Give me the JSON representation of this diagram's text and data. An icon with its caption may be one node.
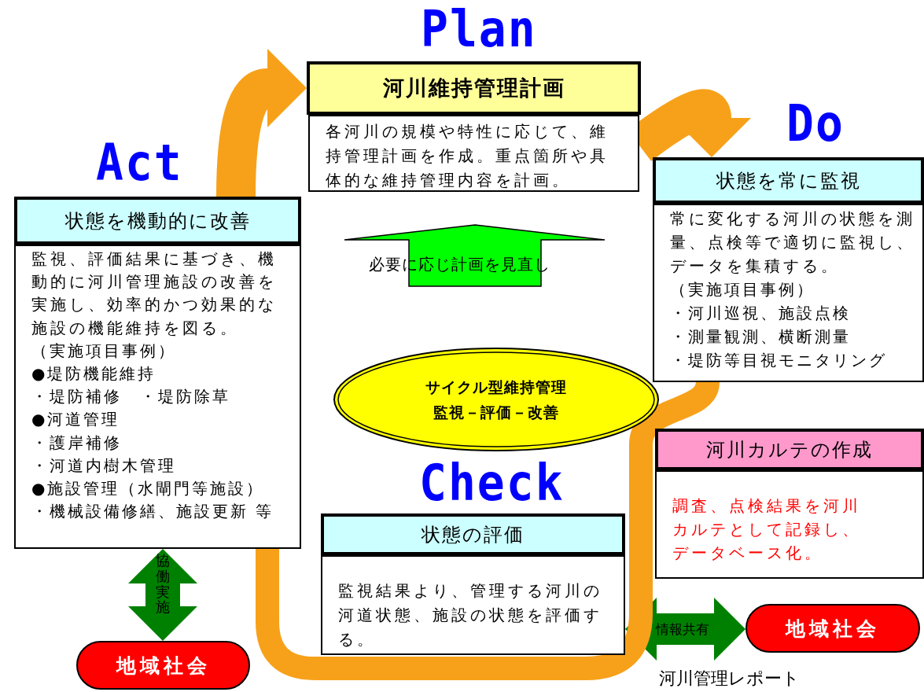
{
  "diagram": {
    "nodes": [
      {
        "text": [
          "河川維持管理計画"
        ],
        "beside": [
          "Plan"
        ]
      },
      {
        "text": [
          "各河川の規模や特性に応じて、維持管理計画を作成。重点箇所や具体的な維持管理内容を計画。"
        ]
      },
      {
        "text": [
          "状態を常に監視"
        ],
        "beside": [
          "Do"
        ]
      },
      {
        "text": [
          "常に変化する河川の状態を測量、点検等で適切に監視し、データを集積する。",
          "（実施項目事例）",
          "・河川巡視、施設点検",
          "・測量観測、横断測量",
          "・堤防等目視モニタリング"
        ]
      },
      {
        "text": [
          "状態を機動的に改善"
        ],
        "beside": [
          "Act"
        ]
      },
      {
        "text": [
          "監視、評価結果に基づき、機動的に河川管理施設の改善を実施し、効率的かつ効果的な施設の機能維持を図る。",
          "（実施項目事例）",
          "●堤防機能維持",
          "・堤防補修　・堤防除草",
          "●河道管理",
          "・護岸補修",
          "・河道内樹木管理",
          "●施設管理（水閘門等施設）",
          "・機械設備修繕、施設更新 等"
        ]
      },
      {
        "text": [
          "サイクル型維持管理",
          "監視－評価－改善"
        ]
      },
      {
        "text": [
          "必要に応じ計画を見直し"
        ]
      },
      {
        "text": [
          "状態の評価"
        ],
        "beside": [
          "Check"
        ]
      },
      {
        "text": [
          "監視結果より、管理する河川の河道状態、施設の状態を評価する。"
        ]
      },
      {
        "text": [
          "河川カルテの作成"
        ]
      },
      {
        "text": [
          "調査、点検結果を河川カルテとして記録し、データベース化。"
        ]
      },
      {
        "text": [
          "地域社会"
        ]
      },
      {
        "text": [
          "地域社会"
        ]
      }
    ],
    "edges": [
      {
        "from": 5,
        "to": 12,
        "arrow": "both",
        "label": "協働実施",
        "color": "#008000"
      },
      {
        "from": 9,
        "to": 13,
        "arrow": "both",
        "label": "情報共有",
        "color": "#008000"
      },
      {
        "from": 4,
        "to": 0,
        "arrow": "to",
        "color": "#f7a11a"
      },
      {
        "from": 1,
        "to": 2,
        "arrow": "to",
        "color": "#f7a11a"
      },
      {
        "from": 3,
        "to": 5,
        "arrow": "none",
        "color": "#f7a11a"
      }
    ],
    "labels": [
      "河川管理レポート"
    ]
  }
}
